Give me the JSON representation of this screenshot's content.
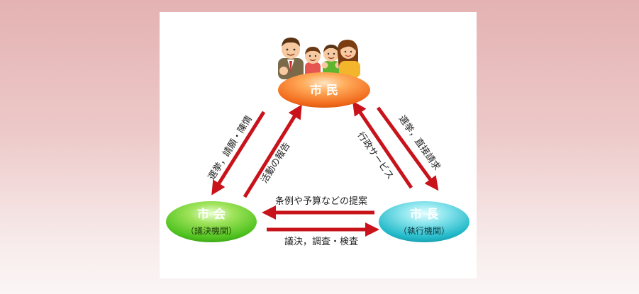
{
  "nodes": {
    "citizens": {
      "label": "市 民"
    },
    "council": {
      "label": "市 会",
      "sublabel": "（議決機関）"
    },
    "mayor": {
      "label": "市 長",
      "sublabel": "（執行機関）"
    }
  },
  "flows": {
    "citizens_to_council": "選挙，請願・陳情",
    "council_to_citizens": "活動の報告",
    "citizens_to_mayor": "選挙，直接請求",
    "mayor_to_citizens": "行政サービス",
    "mayor_to_council": "条例や予算などの提案",
    "council_to_mayor": "議決，調査・検査"
  },
  "colors": {
    "arrow": "#c8131b",
    "citizens_node": "#f26b1d",
    "council_node": "#4fc21f",
    "mayor_node": "#22b9c9"
  },
  "icons": {
    "family": "family-illustration-icon"
  }
}
